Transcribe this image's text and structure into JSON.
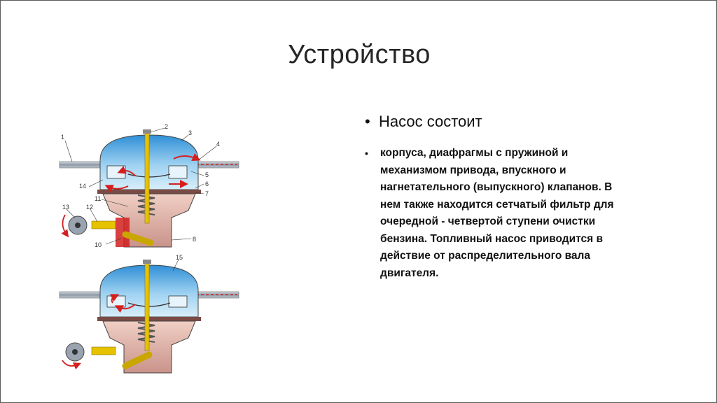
{
  "slide": {
    "title": "Устройство",
    "bullets": {
      "main": "Насос состоит",
      "sub": "корпуса, диафрагмы с пружиной и\nмеханизмом привода, впускного и\nнагнетательного (выпускного) клапанов. В\nнем также находится сетчатый фильтр для\nочередной - четвертой ступени очистки\nбензина. Топливный насос приводится в\nдействие от  распределительного вала\nдвигателя."
    }
  },
  "diagram": {
    "callouts": [
      "1",
      "2",
      "3",
      "4",
      "5",
      "6",
      "7",
      "8",
      "10",
      "11",
      "12",
      "13",
      "14",
      "15"
    ]
  },
  "colors": {
    "dome_blue": "#4aa8e0",
    "body_pink": "#e8b7a8",
    "arrow_red": "#d42020",
    "rod_yellow": "#e6c200",
    "pipe_gray": "#9aa4b0"
  }
}
